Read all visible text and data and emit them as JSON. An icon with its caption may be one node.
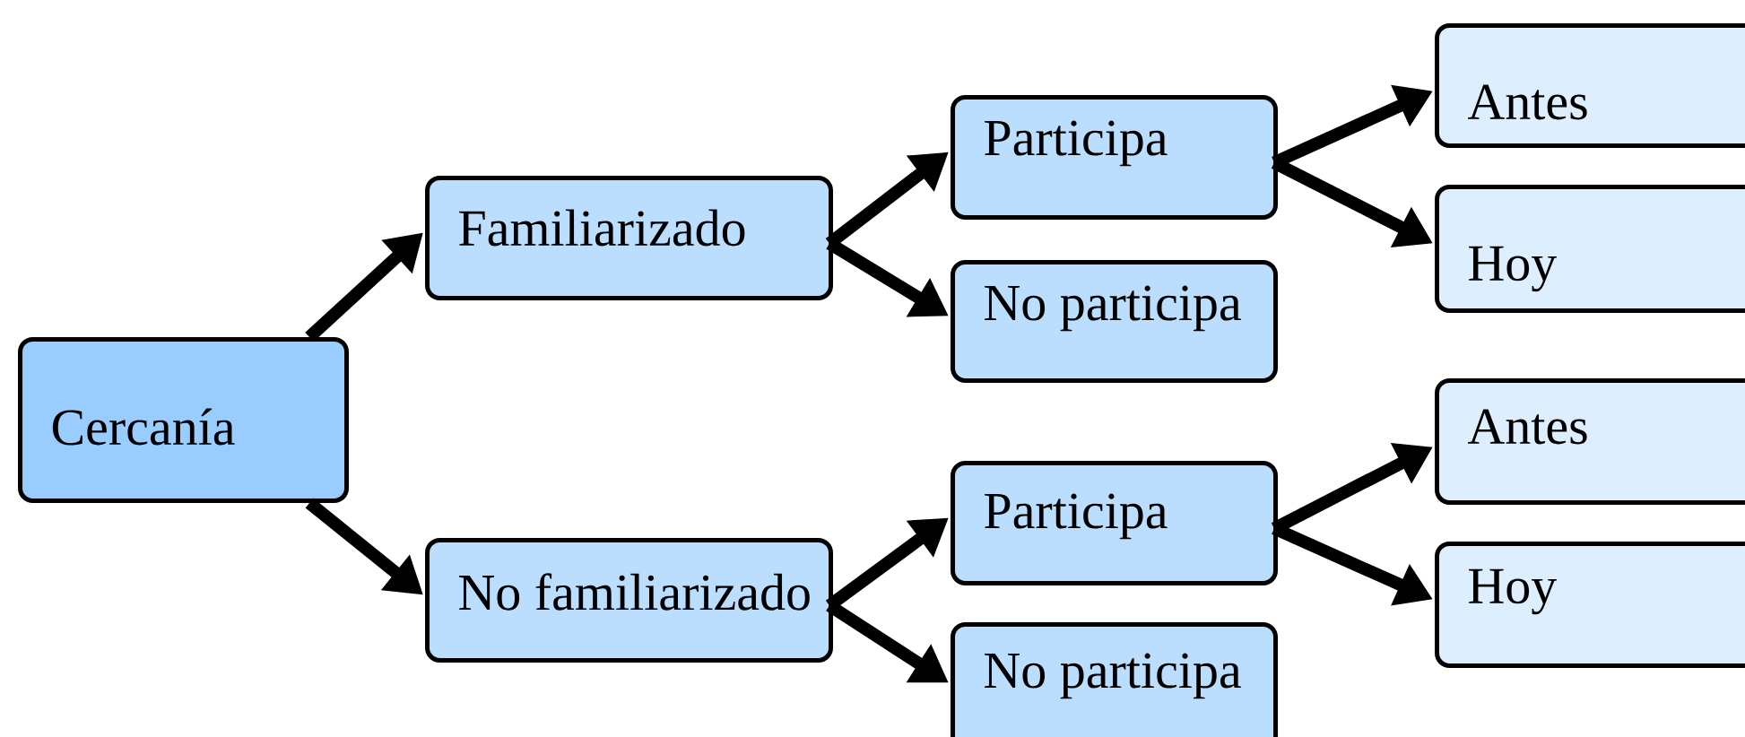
{
  "diagram": {
    "nodes": [
      {
        "text": [
          "Cercanía"
        ]
      },
      {
        "text": [
          "Familiarizado"
        ]
      },
      {
        "text": [
          "Participa"
        ]
      },
      {
        "text": [
          "No participa"
        ]
      },
      {
        "text": [
          "Antes"
        ]
      },
      {
        "text": [
          "Hoy"
        ]
      },
      {
        "text": [
          "No familiarizado"
        ]
      },
      {
        "text": [
          "Participa"
        ]
      },
      {
        "text": [
          "No participa"
        ]
      },
      {
        "text": [
          "Antes"
        ]
      },
      {
        "text": [
          "Hoy"
        ]
      }
    ],
    "edges": [
      {
        "from": 0,
        "to": 1,
        "arrow": "to"
      },
      {
        "from": 0,
        "to": 6,
        "arrow": "to"
      },
      {
        "from": 1,
        "to": 2,
        "arrow": "to"
      },
      {
        "from": 1,
        "to": 3,
        "arrow": "to"
      },
      {
        "from": 2,
        "to": 4,
        "arrow": "to"
      },
      {
        "from": 2,
        "to": 5,
        "arrow": "to"
      },
      {
        "from": 6,
        "to": 7,
        "arrow": "to"
      },
      {
        "from": 6,
        "to": 8,
        "arrow": "to"
      },
      {
        "from": 7,
        "to": 9,
        "arrow": "to"
      },
      {
        "from": 7,
        "to": 10,
        "arrow": "to"
      }
    ]
  }
}
